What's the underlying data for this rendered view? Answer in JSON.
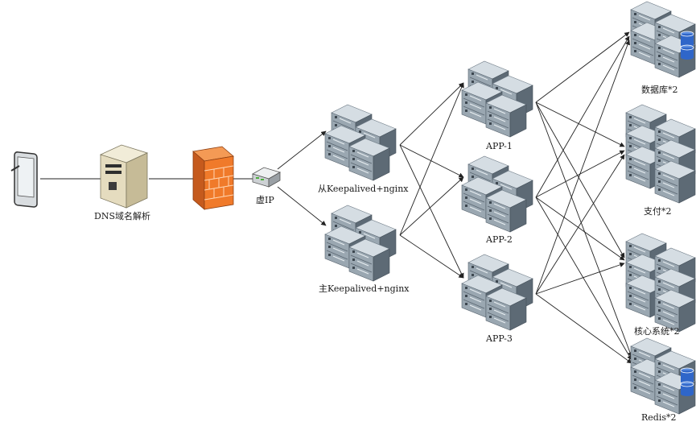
{
  "nodes": {
    "client": {
      "icon": "tablet-icon"
    },
    "dns": {
      "label": "DNS域名解析",
      "icon": "server-tower-icon"
    },
    "firewall": {
      "icon": "firewall-icon"
    },
    "vip": {
      "label": "虚IP",
      "icon": "router-icon"
    },
    "lb_backup": {
      "label": "从Keepalived+nginx",
      "icon": "server-rack-icon"
    },
    "lb_master": {
      "label": "主Keepalived+nginx",
      "icon": "server-rack-icon"
    },
    "app1": {
      "label": "APP-1",
      "icon": "server-rack-icon"
    },
    "app2": {
      "label": "APP-2",
      "icon": "server-rack-icon"
    },
    "app3": {
      "label": "APP-3",
      "icon": "server-rack-icon"
    },
    "database": {
      "label": "数据库*2",
      "icon": "database-server-icon"
    },
    "payment": {
      "label": "支付*2",
      "icon": "server-cluster-icon"
    },
    "core": {
      "label": "核心系统*2",
      "icon": "server-cluster-icon"
    },
    "redis": {
      "label": "Redis*2",
      "icon": "database-server-icon"
    }
  },
  "colors": {
    "line": "#222222",
    "server_light": "#c9d2d9",
    "server_mid": "#8d9aa5",
    "server_dark": "#4f5b66",
    "firewall": "#f07a2a",
    "firewall_dark": "#b9501a",
    "db_cylinder": "#2f66c9"
  }
}
